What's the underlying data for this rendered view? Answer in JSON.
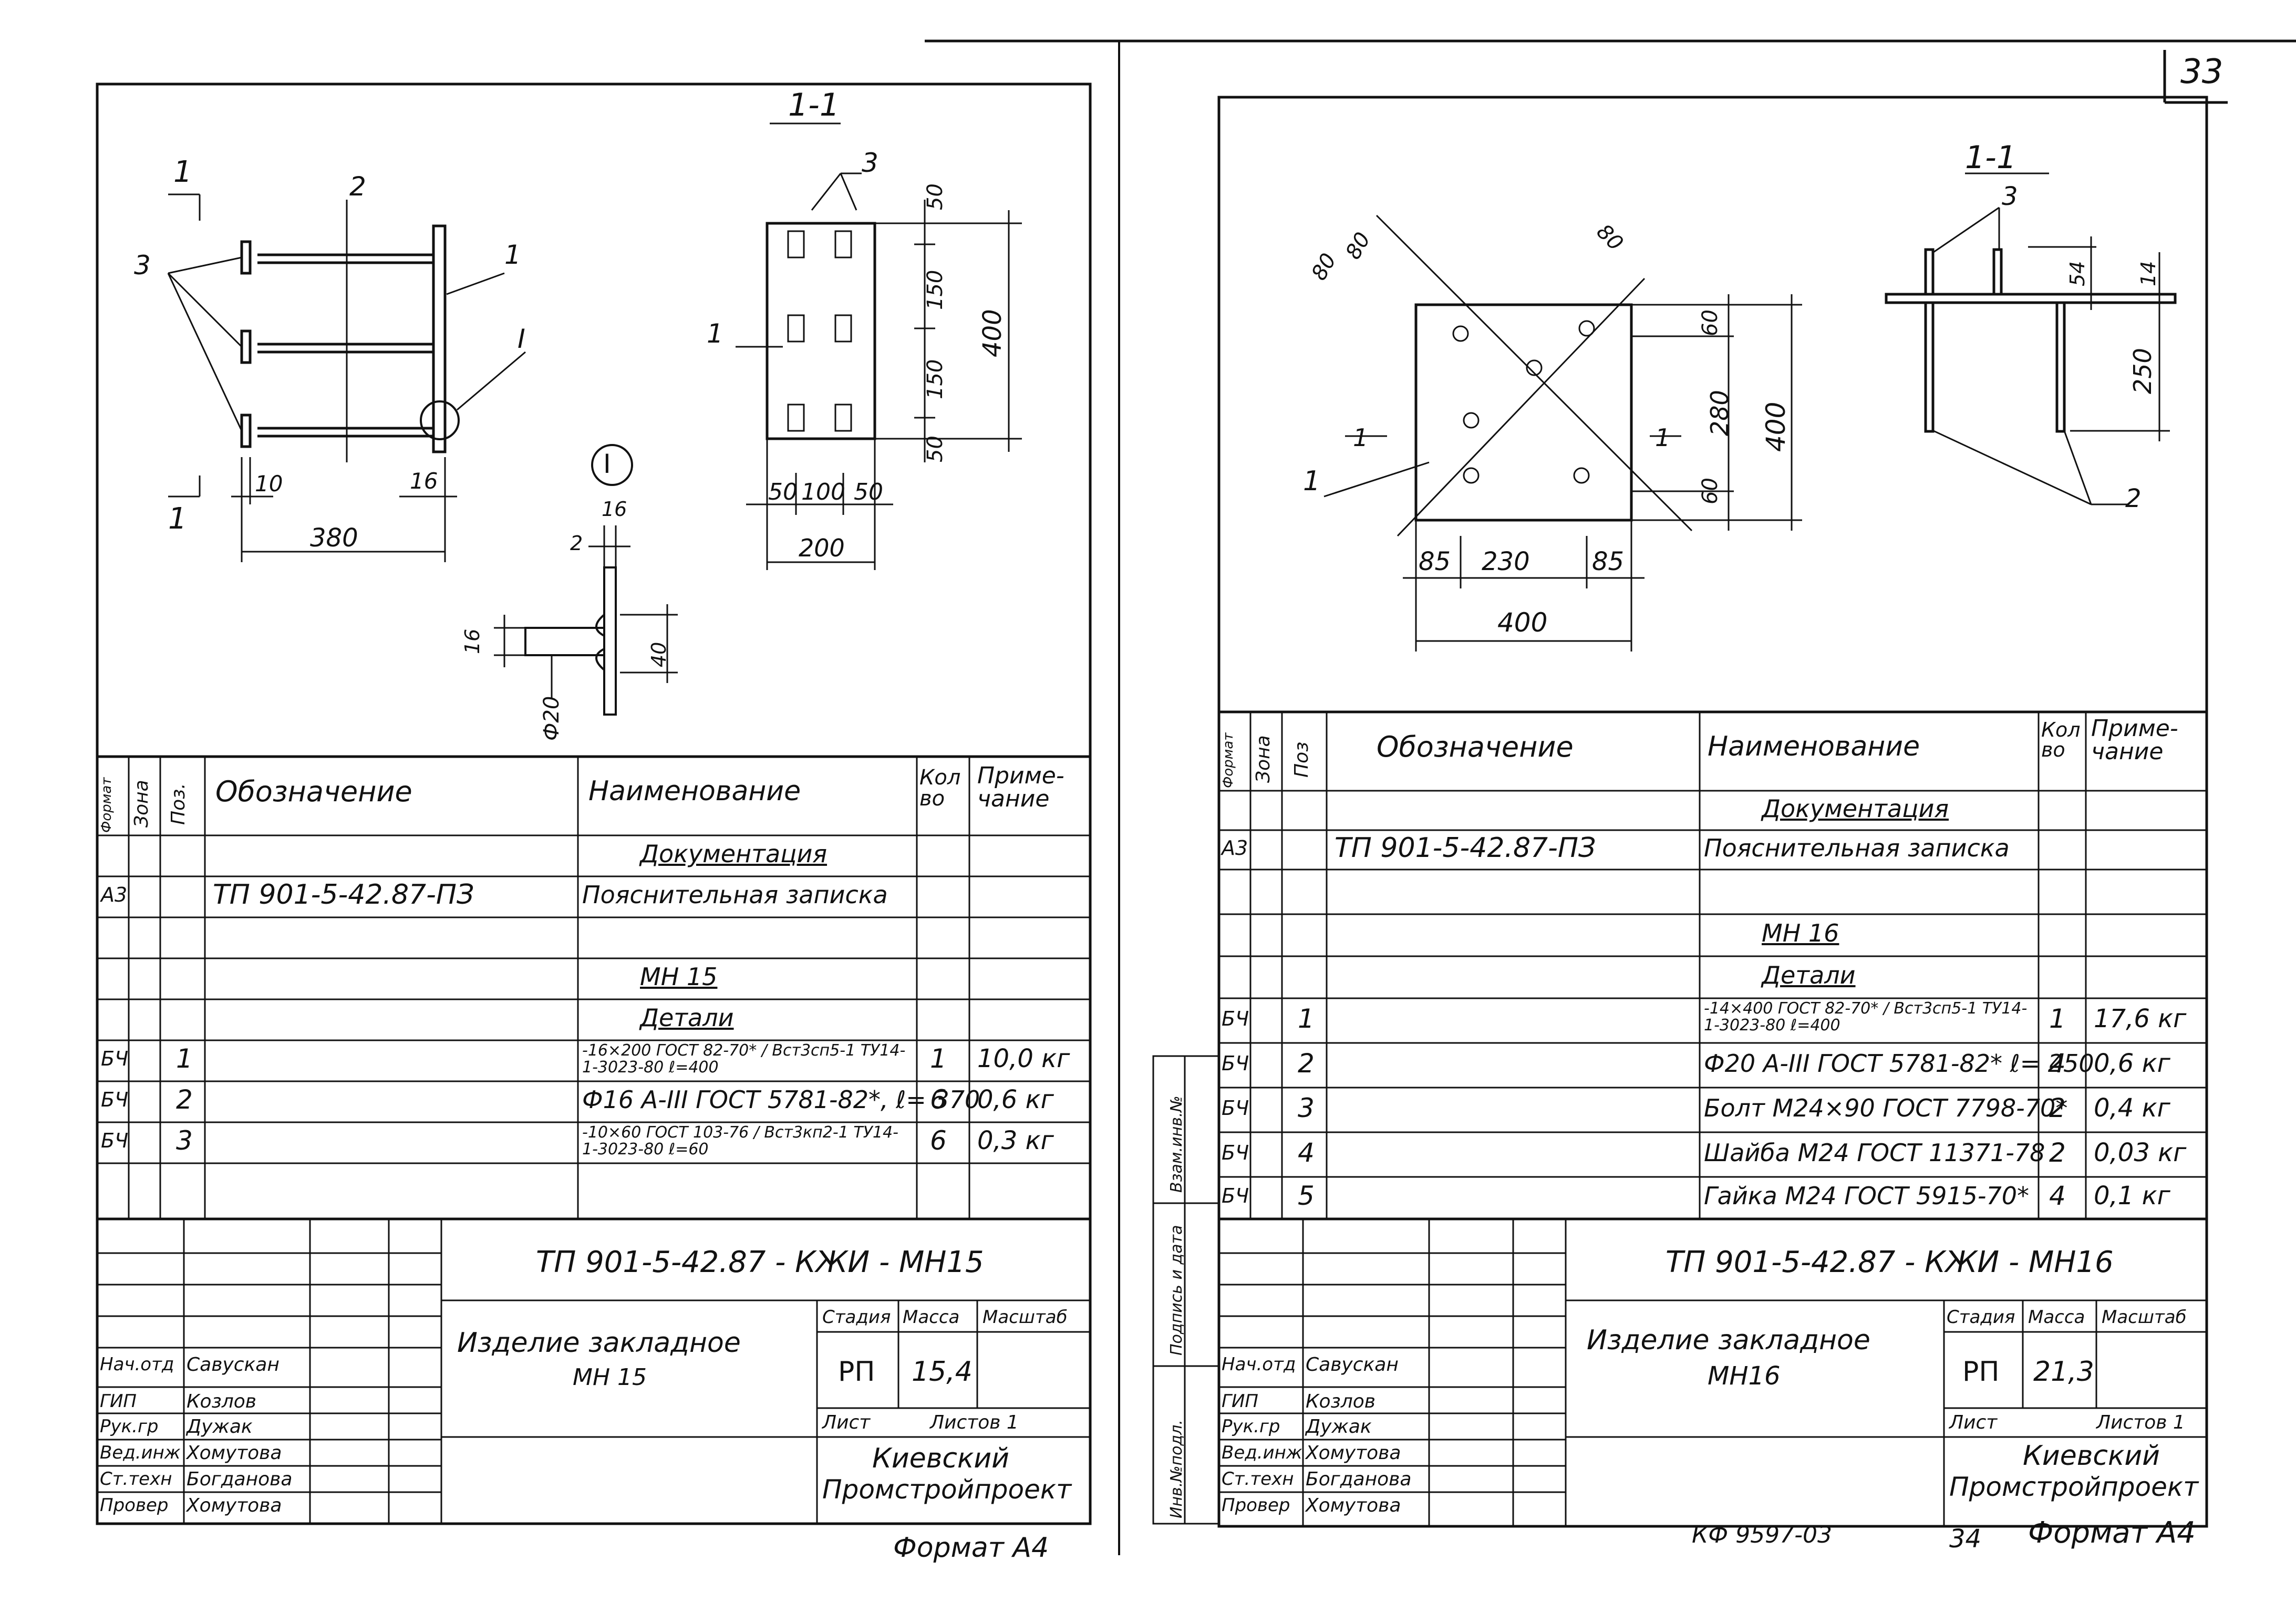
{
  "page_number": "33",
  "footer": {
    "left_format": "Формат А4",
    "doc_code": "КФ  9597-03",
    "right_page": "34",
    "right_format": "Формат А4"
  },
  "side_stamp": [
    "Инв.№подл.",
    "Подпись и дата",
    "Взам.инв.№"
  ],
  "left": {
    "drawing": {
      "section_label": "1-1",
      "view_callout": "1",
      "detail_label": "I",
      "pos_labels": [
        "1",
        "2",
        "3"
      ],
      "dims": {
        "length": "380",
        "offset_left": "10",
        "offset_right": "16",
        "plate_w_parts": [
          "50",
          "100",
          "50"
        ],
        "plate_w": "200",
        "plate_h_parts": [
          "50",
          "150",
          "150",
          "50"
        ],
        "plate_h": "400",
        "detail_thk": "16",
        "detail_leg": "2",
        "detail_h1": "16",
        "detail_h2": "40",
        "detail_dia": "Ф20"
      }
    },
    "spec": {
      "headers": [
        "Формат",
        "Зона",
        "Поз.",
        "Обозначение",
        "Наименование",
        "Кол во",
        "Приме- чание"
      ],
      "rows": [
        {
          "fmt": "",
          "zone": "",
          "pos": "",
          "des": "",
          "name": "Документация",
          "qty": "",
          "note": "",
          "ul": true
        },
        {
          "fmt": "А3",
          "zone": "",
          "pos": "",
          "des": "ТП 901-5-42.87-ПЗ",
          "name": "Пояснительная записка",
          "qty": "",
          "note": ""
        },
        {
          "fmt": "",
          "zone": "",
          "pos": "",
          "des": "",
          "name": "",
          "qty": "",
          "note": ""
        },
        {
          "fmt": "",
          "zone": "",
          "pos": "",
          "des": "",
          "name": "МН 15",
          "qty": "",
          "note": "",
          "ul": true
        },
        {
          "fmt": "",
          "zone": "",
          "pos": "",
          "des": "",
          "name": "Детали",
          "qty": "",
          "note": "",
          "ul": true
        },
        {
          "fmt": "БЧ",
          "zone": "",
          "pos": "1",
          "des": "",
          "name": "-16×200 ГОСТ 82-70* / Вст3сп5-1 ТУ14-1-3023-80 ℓ=400",
          "qty": "1",
          "note": "10,0 кг",
          "small": true
        },
        {
          "fmt": "БЧ",
          "zone": "",
          "pos": "2",
          "des": "",
          "name": "Ф16 А-III ГОСТ 5781-82*, ℓ= 370",
          "qty": "6",
          "note": "0,6 кг"
        },
        {
          "fmt": "БЧ",
          "zone": "",
          "pos": "3",
          "des": "",
          "name": "-10×60 ГОСТ 103-76 / Вст3кп2-1 ТУ14-1-3023-80 ℓ=60",
          "qty": "6",
          "note": "0,3 кг",
          "small": true
        },
        {
          "fmt": "",
          "zone": "",
          "pos": "",
          "des": "",
          "name": "",
          "qty": "",
          "note": ""
        }
      ]
    },
    "title": {
      "code": "ТП 901-5-42.87  - КЖИ - МН15",
      "name_line1": "Изделие  закладное",
      "name_line2": "МН 15",
      "stage_h": "Стадия",
      "mass_h": "Масса",
      "scale_h": "Масштаб",
      "stage": "РП",
      "mass": "15,4",
      "scale": "",
      "sheet_h": "Лист",
      "sheets_h": "Листов 1",
      "org_line1": "Киевский",
      "org_line2": "Промстройпроект",
      "people": [
        {
          "role": "Нач.отд",
          "name": "Савускан"
        },
        {
          "role": "ГИП",
          "name": "Козлов"
        },
        {
          "role": "Рук.гр",
          "name": "Дужак"
        },
        {
          "role": "Вед.инж",
          "name": "Хомутова"
        },
        {
          "role": "Ст.техн",
          "name": "Богданова"
        },
        {
          "role": "Провер",
          "name": "Хомутова"
        }
      ]
    }
  },
  "right": {
    "drawing": {
      "section_label": "1-1",
      "view_callout": "1",
      "pos_labels": [
        "1",
        "2",
        "3"
      ],
      "dims": {
        "diag_a": "80",
        "diag_b": "80",
        "diag_c": "80",
        "top": "60",
        "middle": "280",
        "bottom": "60",
        "height": "400",
        "w_left": "85",
        "w_mid": "230",
        "w_right": "85",
        "width": "400",
        "side_a": "54",
        "side_b": "14",
        "side_h": "250"
      }
    },
    "spec": {
      "headers": [
        "Формат",
        "Зона",
        "Поз",
        "Обозначение",
        "Наименование",
        "Кол во",
        "Приме- чание"
      ],
      "rows": [
        {
          "fmt": "",
          "zone": "",
          "pos": "",
          "des": "",
          "name": "Документация",
          "qty": "",
          "note": "",
          "ul": true
        },
        {
          "fmt": "А3",
          "zone": "",
          "pos": "",
          "des": "ТП 901-5-42.87-ПЗ",
          "name": "Пояснительная записка",
          "qty": "",
          "note": ""
        },
        {
          "fmt": "",
          "zone": "",
          "pos": "",
          "des": "",
          "name": "",
          "qty": "",
          "note": ""
        },
        {
          "fmt": "",
          "zone": "",
          "pos": "",
          "des": "",
          "name": "МН 16",
          "qty": "",
          "note": "",
          "ul": true
        },
        {
          "fmt": "",
          "zone": "",
          "pos": "",
          "des": "",
          "name": "Детали",
          "qty": "",
          "note": "",
          "ul": true
        },
        {
          "fmt": "БЧ",
          "zone": "",
          "pos": "1",
          "des": "",
          "name": "-14×400 ГОСТ 82-70* / Вст3сп5-1 ТУ14-1-3023-80 ℓ=400",
          "qty": "1",
          "note": "17,6 кг",
          "small": true
        },
        {
          "fmt": "БЧ",
          "zone": "",
          "pos": "2",
          "des": "",
          "name": "Ф20 А-III ГОСТ 5781-82* ℓ= 250",
          "qty": "4",
          "note": "0,6 кг"
        },
        {
          "fmt": "БЧ",
          "zone": "",
          "pos": "3",
          "des": "",
          "name": "Болт М24×90 ГОСТ 7798-70*",
          "qty": "2",
          "note": "0,4 кг"
        },
        {
          "fmt": "БЧ",
          "zone": "",
          "pos": "4",
          "des": "",
          "name": "Шайба М24 ГОСТ 11371-78",
          "qty": "2",
          "note": "0,03 кг"
        },
        {
          "fmt": "БЧ",
          "zone": "",
          "pos": "5",
          "des": "",
          "name": "Гайка М24 ГОСТ 5915-70*",
          "qty": "4",
          "note": "0,1 кг"
        }
      ]
    },
    "title": {
      "code": "ТП 901-5-42.87   - КЖИ - МН16",
      "name_line1": "Изделие  закладное",
      "name_line2": "МН16",
      "stage_h": "Стадия",
      "mass_h": "Масса",
      "scale_h": "Масштаб",
      "stage": "РП",
      "mass": "21,3",
      "scale": "",
      "sheet_h": "Лист",
      "sheets_h": "Листов 1",
      "org_line1": "Киевский",
      "org_line2": "Промстройпроект",
      "people": [
        {
          "role": "Нач.отд",
          "name": "Савускан"
        },
        {
          "role": "ГИП",
          "name": "Козлов"
        },
        {
          "role": "Рук.гр",
          "name": "Дужак"
        },
        {
          "role": "Вед.инж",
          "name": "Хомутова"
        },
        {
          "role": "Ст.техн",
          "name": "Богданова"
        },
        {
          "role": "Провер",
          "name": "Хомутова"
        }
      ]
    }
  }
}
